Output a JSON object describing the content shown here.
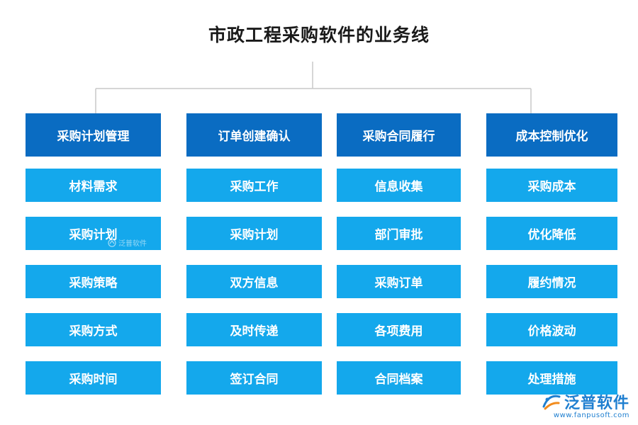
{
  "title": "市政工程采购软件的业务线",
  "columns": [
    {
      "header": "采购计划管理",
      "items": [
        "材料需求",
        "采购计划",
        "采购策略",
        "采购方式",
        "采购时间"
      ]
    },
    {
      "header": "订单创建确认",
      "items": [
        "采购工作",
        "采购计划",
        "双方信息",
        "及时传递",
        "签订合同"
      ]
    },
    {
      "header": "采购合同履行",
      "items": [
        "信息收集",
        "部门审批",
        "采购订单",
        "各项费用",
        "合同档案"
      ]
    },
    {
      "header": "成本控制优化",
      "items": [
        "采购成本",
        "优化降低",
        "履约情况",
        "价格波动",
        "处理措施"
      ]
    }
  ],
  "watermark": {
    "text": "泛普软件"
  },
  "logo": {
    "name": "泛普软件",
    "url": "www.fanpusoft.com"
  },
  "colors": {
    "header": "#0a6cc2",
    "item": "#14a8ec",
    "connector": "#c8c8c8"
  }
}
